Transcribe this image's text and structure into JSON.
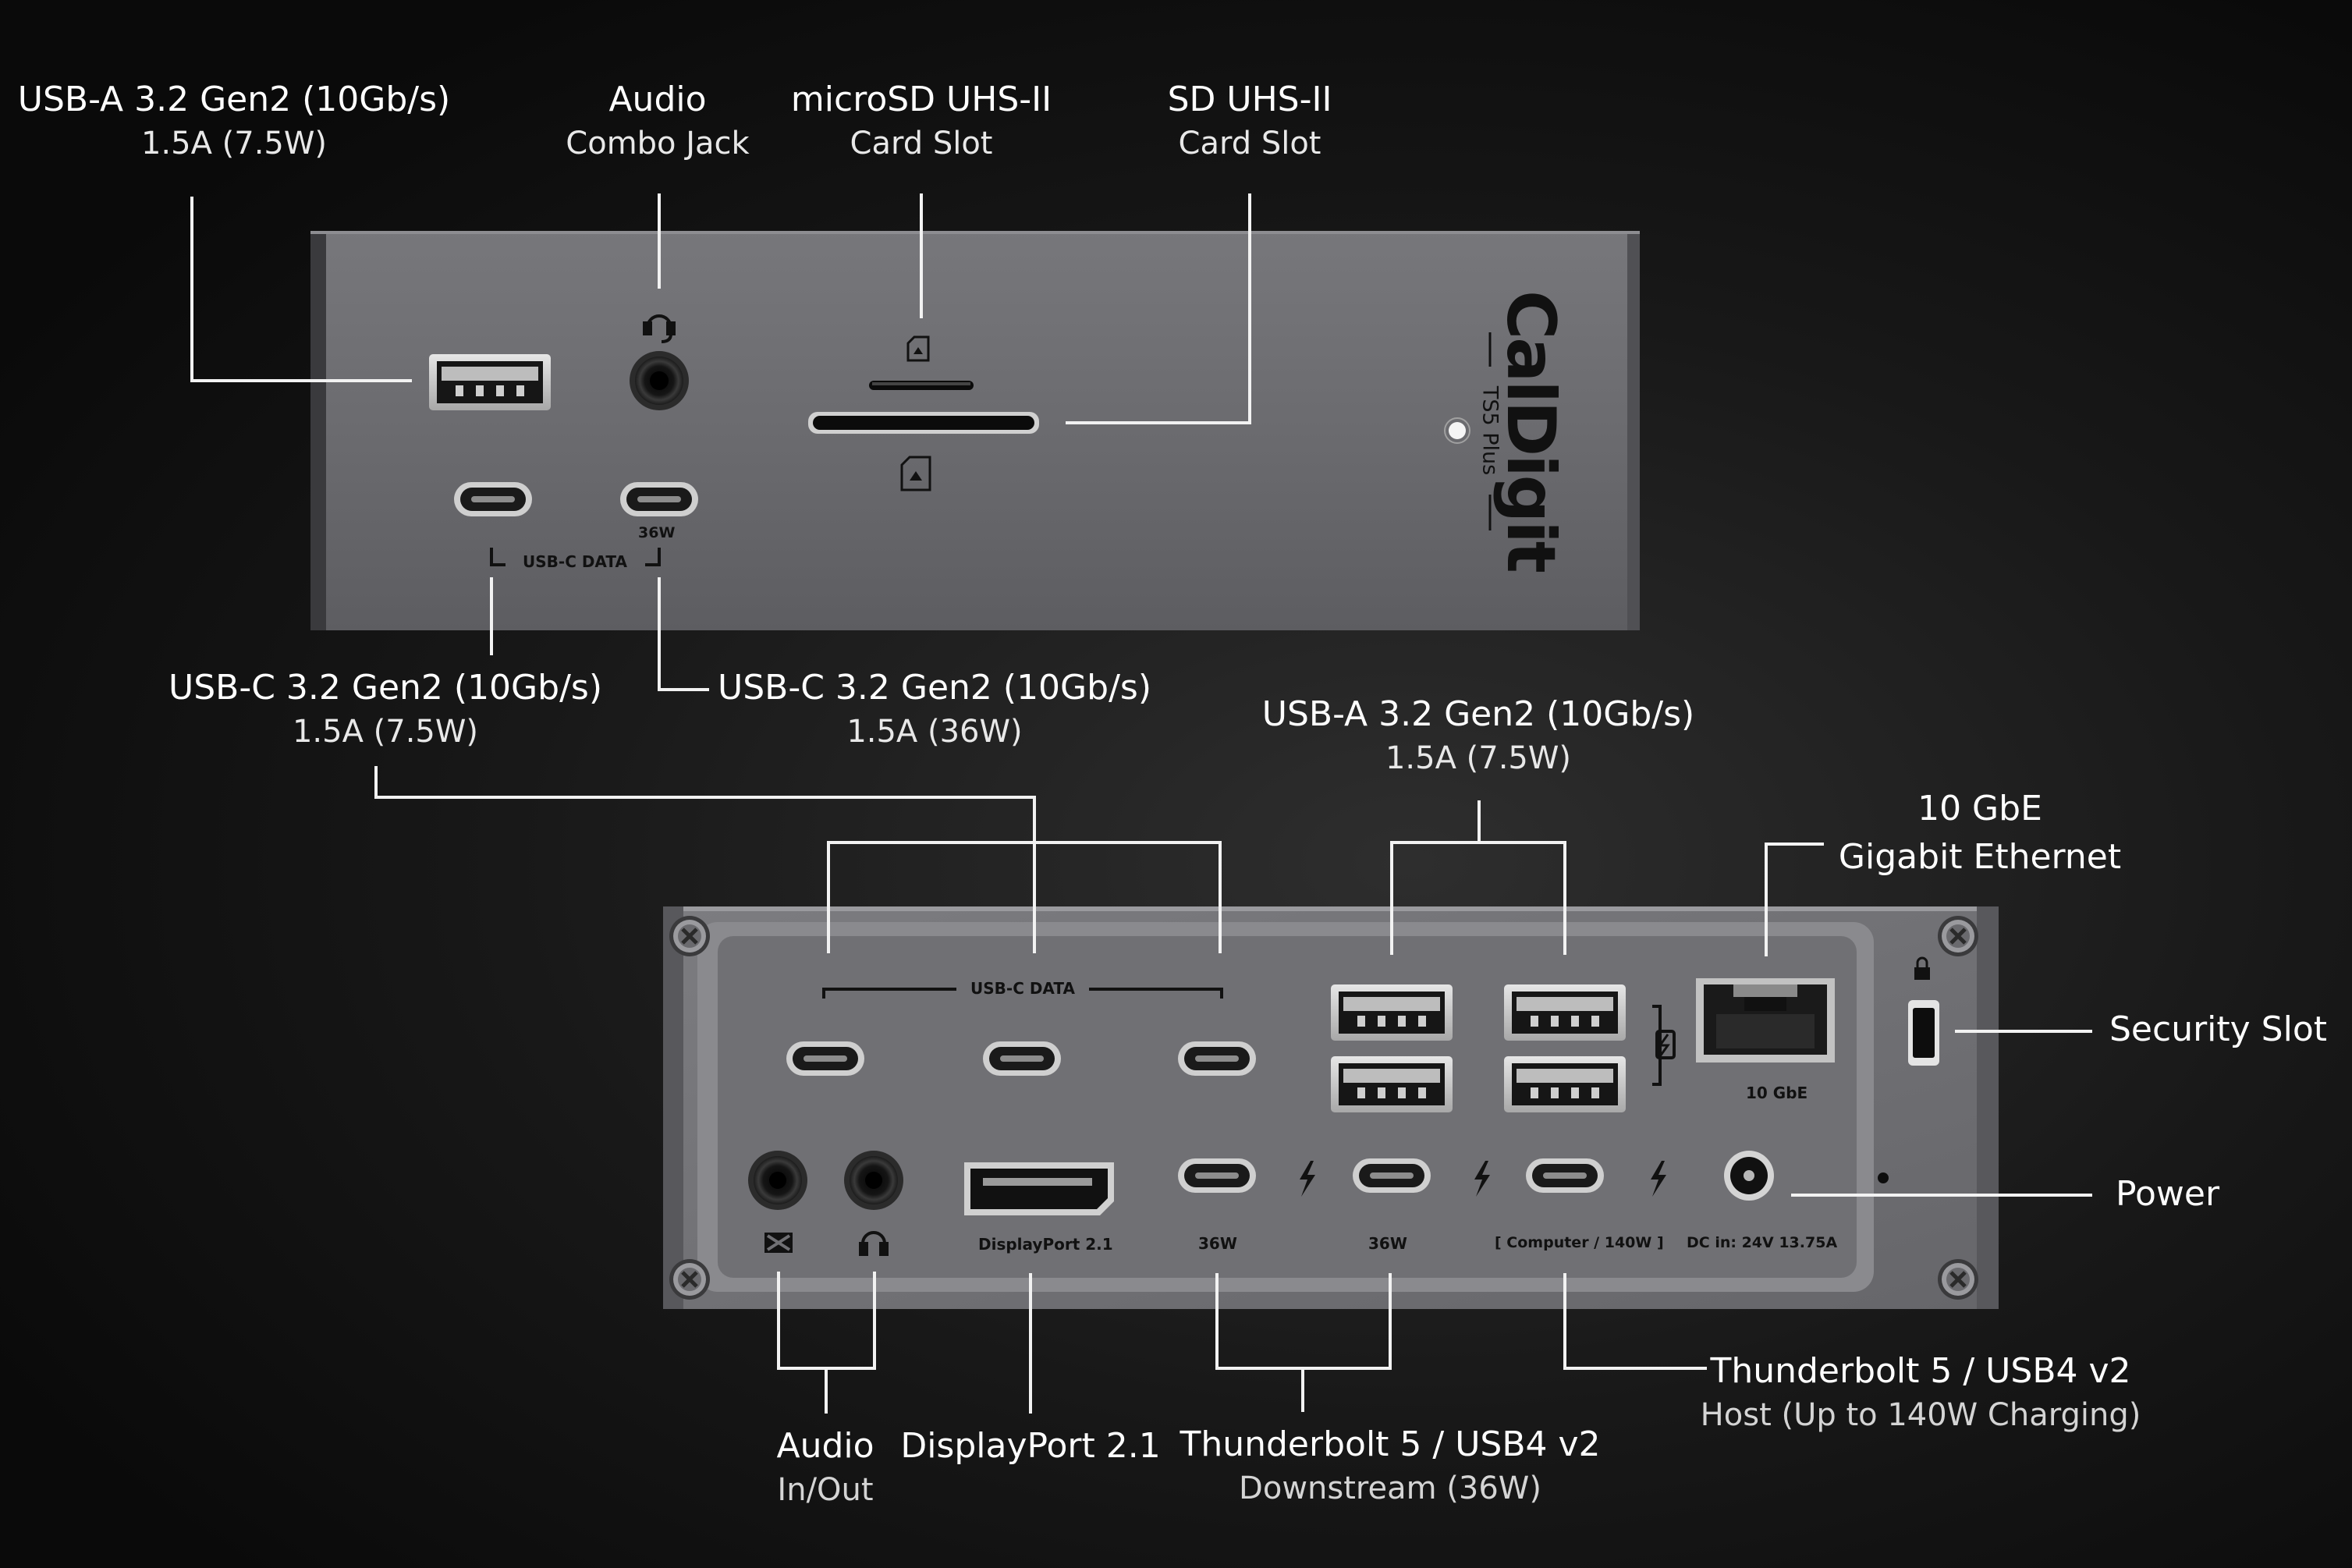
{
  "front_labels": {
    "usba": {
      "line1": "USB-A 3.2 Gen2 (10Gb/s)",
      "line2": "1.5A (7.5W)"
    },
    "audio": {
      "line1": "Audio",
      "line2": "Combo Jack"
    },
    "microsd": {
      "line1": "microSD UHS-II",
      "line2": "Card Slot"
    },
    "sd": {
      "line1": "SD UHS-II",
      "line2": "Card Slot"
    },
    "usbc_left": {
      "line1": "USB-C 3.2 Gen2 (10Gb/s)",
      "line2": "1.5A (7.5W)"
    },
    "usbc_right": {
      "line1": "USB-C 3.2 Gen2 (10Gb/s)",
      "line2": "1.5A (36W)"
    }
  },
  "front_panel": {
    "port_36w": "36W",
    "usb_c_data": "USB-C DATA",
    "brand": "CalDigit",
    "model": "TS5 Plus"
  },
  "rear_labels": {
    "usba": {
      "line1": "USB-A 3.2 Gen2 (10Gb/s)",
      "line2": "1.5A (7.5W)"
    },
    "ethernet": {
      "line1": "10 GbE",
      "line2": "Gigabit Ethernet"
    },
    "security": {
      "line1": "Security Slot"
    },
    "power": {
      "line1": "Power"
    },
    "tb_host": {
      "line1": "Thunderbolt 5 / USB4 v2",
      "line2": "Host (Up to 140W Charging)"
    },
    "audio": {
      "line1": "Audio",
      "line2": "In/Out"
    },
    "displayport": {
      "line1": "DisplayPort 2.1"
    },
    "tb_down": {
      "line1": "Thunderbolt 5 / USB4 v2",
      "line2": "Downstream (36W)"
    }
  },
  "rear_panel": {
    "usb_c_data": "USB-C DATA",
    "ethernet_mark": "10 GbE",
    "displayport_mark": "DisplayPort 2.1",
    "tb1_mark": "36W",
    "tb2_mark": "36W",
    "host_mark": "[ Computer / 140W ]",
    "dc_mark": "DC in: 24V 13.75A"
  },
  "icons": [
    "headset-icon",
    "microsd-icon",
    "sd-card-icon",
    "status-led",
    "line-in-icon",
    "headphone-icon",
    "thunderbolt-icon",
    "charging-icon",
    "lock-icon"
  ],
  "colors": {
    "background": "#0a0a0a",
    "chassis": "#6e6e72",
    "label_text": "#ffffff",
    "callout_line": "#f2f2f2"
  }
}
